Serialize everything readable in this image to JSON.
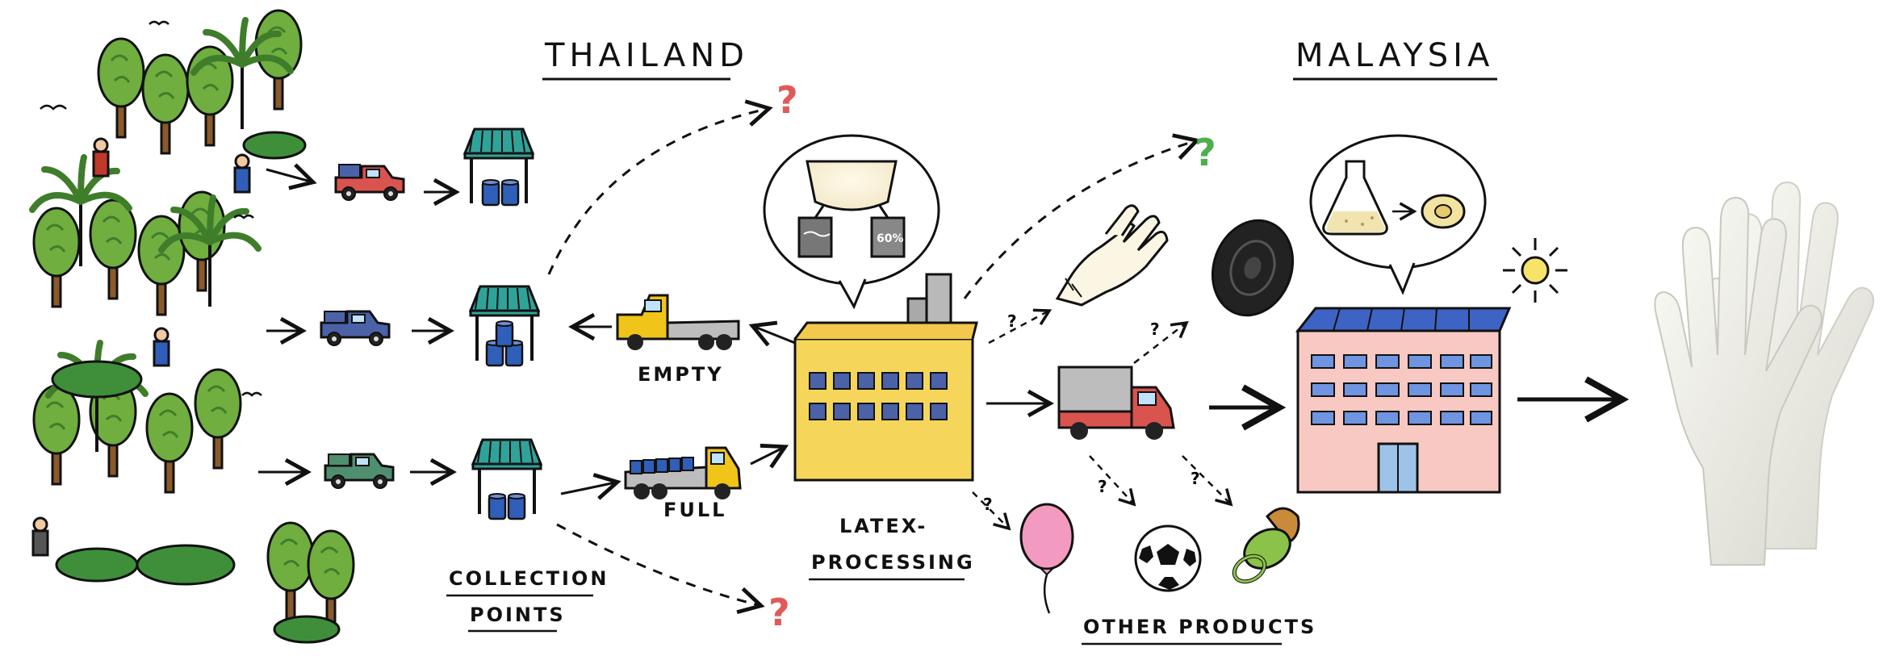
{
  "regions": {
    "thailand": "THAILAND",
    "malaysia": "MALAYSIA"
  },
  "labels": {
    "collection_line1": "COLLECTION",
    "collection_line2": "POINTS",
    "empty": "EMPTY",
    "full": "FULL",
    "latex_line1": "LATEX-",
    "latex_line2": "PROCESSING",
    "other_products": "OTHER PRODUCTS",
    "tank_percent": "60%"
  },
  "unknowns": {
    "q_top": "?",
    "q_bottom": "?",
    "q_right": "?",
    "q_glove": "?",
    "q_tire": "?",
    "q_balloon": "?",
    "q_ball": "?",
    "q_pacifier": "?"
  },
  "colors": {
    "shed_roof": "#2fa39a",
    "barrel": "#2f5fb8",
    "red_truck": "#d9534f",
    "blue_truck": "#4b62a8",
    "green_truck": "#4f8f6f",
    "yellow_truck": "#f0c419",
    "factory": "#f6d65a",
    "glove_factory": "#f7c9c2",
    "solar": "#3d63c4",
    "balloon": "#f29ac0",
    "pacifier": "#8bc34a",
    "tree": "#6fae3f",
    "tree_dark": "#3f7d2b"
  },
  "icons": [
    "tree-icon",
    "truck-icon",
    "collection-shed-icon",
    "factory-icon",
    "glove-icon",
    "tire-icon",
    "balloon-icon",
    "football-icon",
    "pacifier-icon",
    "sun-icon",
    "flask-icon",
    "condom-icon",
    "latex-glove-photo"
  ]
}
